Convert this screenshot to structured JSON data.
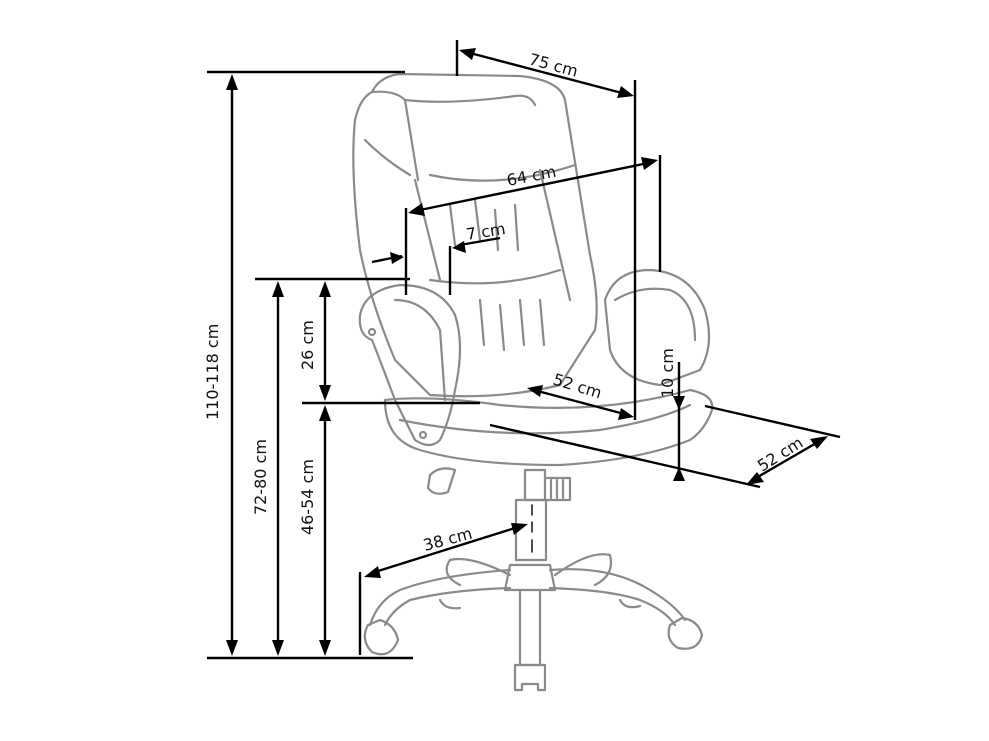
{
  "diagram": {
    "subject": "office chair dimensions",
    "colors": {
      "outline": "#8a8a8a",
      "dimension": "#000000",
      "background": "#ffffff"
    },
    "dimensions": {
      "overall_height": "110-118 cm",
      "armrest_height": "72-80 cm",
      "seat_height": "46-54 cm",
      "armrest_above_seat": "26 cm",
      "overall_width": "75 cm",
      "backrest_width": "64 cm",
      "armrest_width": "7 cm",
      "seat_width": "52 cm",
      "seat_depth": "52 cm",
      "seat_thickness": "10 cm",
      "base_radius": "38 cm"
    }
  }
}
